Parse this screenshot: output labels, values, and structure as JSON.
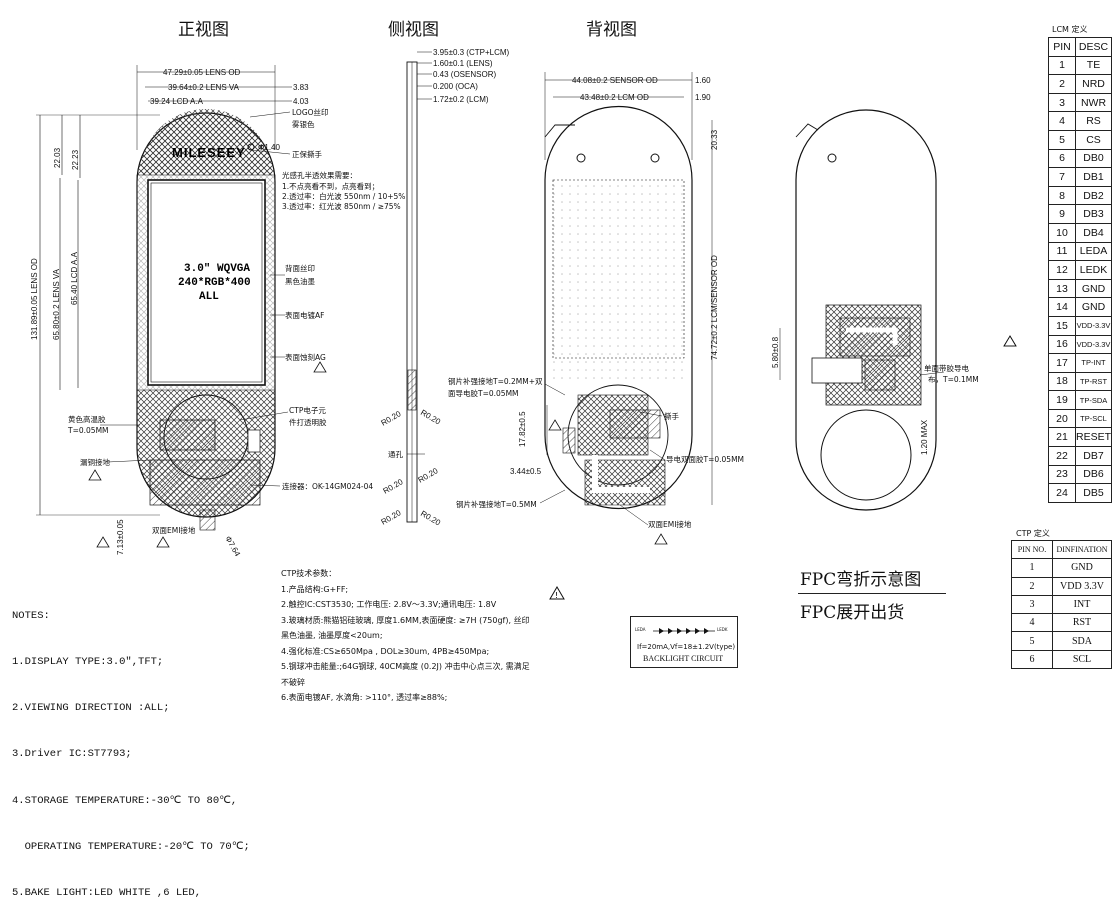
{
  "titles": {
    "front": "正视图",
    "side": "侧视图",
    "back": "背视图"
  },
  "front": {
    "dims": [
      "47.29±0.05 LENS OD",
      "39.64±0.2 LENS VA",
      "39.24 LCD A.A",
      "3.83",
      "4.03",
      "22.03",
      "22.23",
      "131.89±0.05 LENS OD",
      "65.80±0.2 LENS VA",
      "65.40 LCD A.A",
      "7.13±0.05",
      "Φ1.40",
      "Φ7.64"
    ],
    "brand": "MILESEEY",
    "display": [
      "3.0\" WQVGA",
      "240*RGB*400",
      "ALL"
    ],
    "callouts": [
      "LOGO丝印",
      "雾银色",
      "正保撕手",
      "背面丝印",
      "黑色油墨",
      "表面电镀AF",
      "表面蚀刻AG",
      "CTP电子元",
      "件打透明胶",
      "连接器：OK-14GM024-04",
      "黄色高温胶",
      "T=0.05MM",
      "漏铜接地",
      "双面EMI接地"
    ],
    "sensor_title": "光感孔半透效果需要：",
    "sensor_lines": [
      "1.不点亮看不到，点亮看到；",
      "2.透过率：白光波 550nm / 10+5%",
      "3.透过率：红光波 850nm / ≥75%"
    ]
  },
  "side": {
    "dims": [
      "3.95±0.3 (CTP+LCM)",
      "1.60±0.1 (LENS)",
      "0.43 (OSENSOR)",
      "0.200 (OCA)",
      "1.72±0.2 (LCM)",
      "R0.20",
      "R0.20",
      "R0.20",
      "R0.20",
      "R0.20",
      "R0.20"
    ],
    "callouts": [
      "通孔"
    ]
  },
  "back": {
    "dims": [
      "44.08±0.2 SENSOR OD",
      "1.60",
      "43.48±0.2 LCM OD",
      "1.90",
      "20.33",
      "74.72±0.2 LCM/SENSOR OD",
      "17.82±0.5",
      "3.44±0.5"
    ],
    "callouts": [
      "钢片补强接地T=0.2MM+双",
      "面导电胶T=0.05MM",
      "撕手",
      "导电双面胶T=0.05MM",
      "钢片补强接地T=0.5MM",
      "双面EMI接地"
    ]
  },
  "fpc_view": {
    "dims": [
      "5.80±0.8",
      "1.20 MAX"
    ],
    "callouts": [
      "单面带胶导电",
      "布，T=0.1MM"
    ]
  },
  "lcm": {
    "title": "LCM 定义",
    "header": [
      "PIN",
      "DESC"
    ],
    "rows": [
      [
        "1",
        "TE"
      ],
      [
        "2",
        "NRD"
      ],
      [
        "3",
        "NWR"
      ],
      [
        "4",
        "RS"
      ],
      [
        "5",
        "CS"
      ],
      [
        "6",
        "DB0"
      ],
      [
        "7",
        "DB1"
      ],
      [
        "8",
        "DB2"
      ],
      [
        "9",
        "DB3"
      ],
      [
        "10",
        "DB4"
      ],
      [
        "11",
        "LEDA"
      ],
      [
        "12",
        "LEDK"
      ],
      [
        "13",
        "GND"
      ],
      [
        "14",
        "GND"
      ],
      [
        "15",
        "VDD-3.3V"
      ],
      [
        "16",
        "VDD-3.3V"
      ],
      [
        "17",
        "TP-INT"
      ],
      [
        "18",
        "TP-RST"
      ],
      [
        "19",
        "TP-SDA"
      ],
      [
        "20",
        "TP-SCL"
      ],
      [
        "21",
        "RESET"
      ],
      [
        "22",
        "DB7"
      ],
      [
        "23",
        "DB6"
      ],
      [
        "24",
        "DB5"
      ]
    ]
  },
  "ctp": {
    "title": "CTP 定义",
    "header": [
      "PIN NO.",
      "DINFINATION"
    ],
    "rows": [
      [
        "1",
        "GND"
      ],
      [
        "2",
        "VDD 3.3V"
      ],
      [
        "3",
        "INT"
      ],
      [
        "4",
        "RST"
      ],
      [
        "5",
        "SDA"
      ],
      [
        "6",
        "SCL"
      ]
    ]
  },
  "notes": {
    "title": "NOTES:",
    "lines": [
      "1.DISPLAY TYPE:3.0\",TFT;",
      "2.VIEWING DIRECTION :ALL;",
      "3.Driver IC:ST7793;",
      "4.STORAGE TEMPERATURE:-30℃ TO 80℃,",
      "  OPERATING TEMPERATURE:-20℃ TO 70℃;",
      "5.BAKE LIGHT:LED WHITE ,6 LED,"
    ]
  },
  "ctp_notes": {
    "title": "CTP技术参数：",
    "lines": [
      "1.产品结构:G+FF;",
      "2.触控IC:CST3530; 工作电压: 2.8V～3.3V;通讯电压: 1.8V",
      "3.玻璃材质:熊猫铝硅玻璃, 厚度1.6MM,表面硬度: ≥7H (750gf), 丝印",
      "黑色油墨, 油墨厚度<20um;",
      "4.强化标准:CS≥650Mpa , DOL≥30um, 4PB≥450Mpa;",
      "5.钢球冲击能量:;64G钢球, 40CM高度 (0.2J) 冲击中心点三次, 需满足",
      "不破碎",
      "6.表面电镀AF, 水滴角: >110°, 透过率≥88%;"
    ]
  },
  "fpc": {
    "bend": "FPC弯折示意图",
    "unfold": "FPC展开出货"
  },
  "backlight": {
    "leda": "LEDA",
    "ledk": "LEDK",
    "spec": "If=20mA,Vf=18±1.2V(type)",
    "title": "BACKLIGHT CIRCUIT"
  }
}
